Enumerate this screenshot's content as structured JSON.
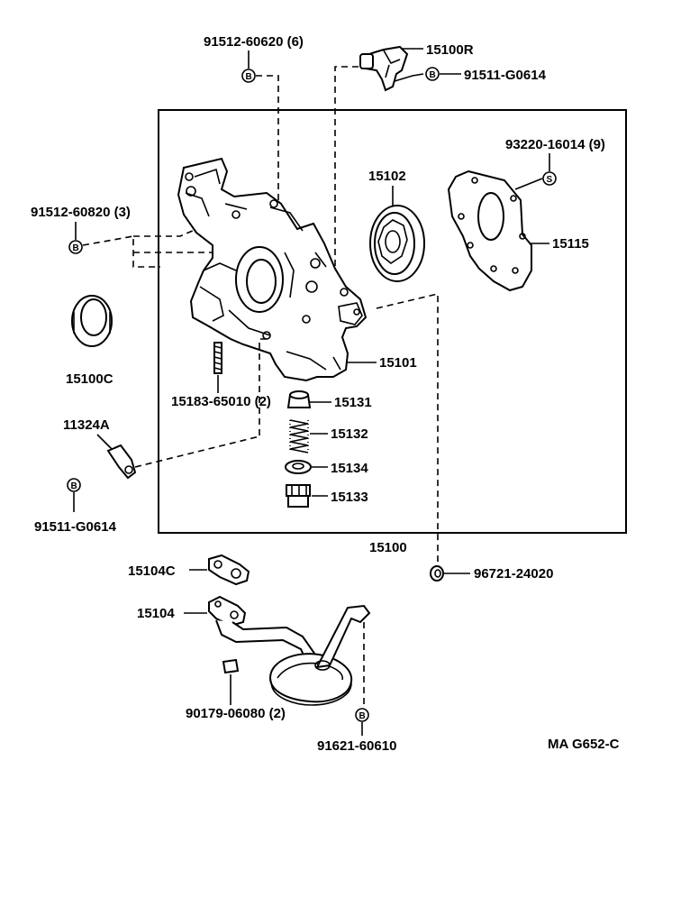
{
  "labels": {
    "p91512_60620": "91512-60620 (6)",
    "p15100R": "15100R",
    "p91511_G0614_top": "91511-G0614",
    "p93220_16014": "93220-16014 (9)",
    "p15102": "15102",
    "p15115": "15115",
    "p91512_60820": "91512-60820 (3)",
    "p15100C": "15100C",
    "p15101": "15101",
    "p15183_65010": "15183-65010 (2)",
    "p15131": "15131",
    "p15132": "15132",
    "p11324A": "11324A",
    "p15134": "15134",
    "p15133": "15133",
    "p91511_G0614_bottom": "91511-G0614",
    "p15100": "15100",
    "p15104C": "15104C",
    "p96721_24020": "96721-24020",
    "p15104": "15104",
    "p90179_06080": "90179-06080 (2)",
    "p91621_60610": "91621-60610",
    "diagram_code": "MA  G652-C"
  },
  "markers": {
    "bolt": "B",
    "screw": "S"
  }
}
